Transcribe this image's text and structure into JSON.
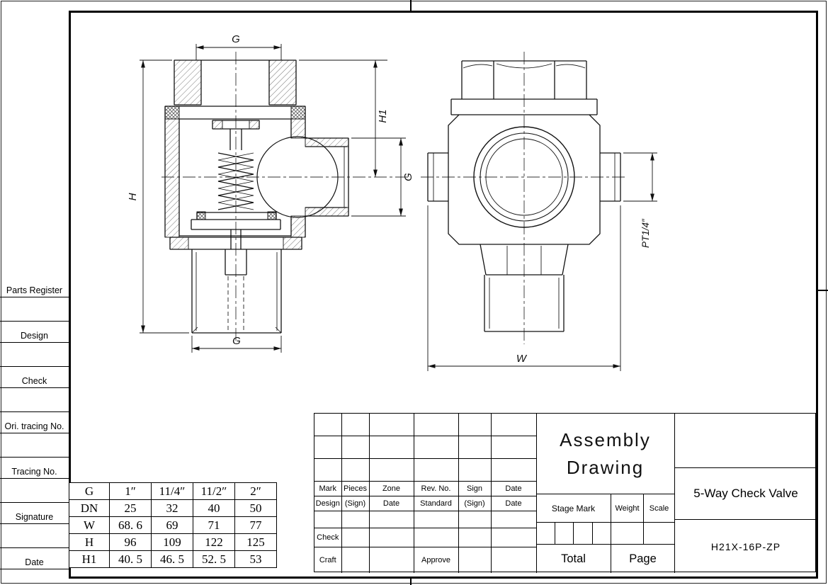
{
  "page": {
    "left_margin_labels": [
      "Parts Register",
      "Design",
      "Check",
      "Ori. tracing No.",
      "Tracing No.",
      "Signature",
      "Date"
    ]
  },
  "drawing": {
    "dims": {
      "top_g": "G",
      "height_h": "H",
      "height_h1": "H1",
      "side_g": "G",
      "bottom_g": "G",
      "thread_pt": "PT1/4″",
      "width_w": "W"
    }
  },
  "size_table": {
    "rows": [
      [
        "G",
        "1″",
        "11/4″",
        "11/2″",
        "2″"
      ],
      [
        "DN",
        "25",
        "32",
        "40",
        "50"
      ],
      [
        "W",
        "68. 6",
        "69",
        "71",
        "77"
      ],
      [
        "H",
        "96",
        "109",
        "122",
        "125"
      ],
      [
        "H1",
        "40. 5",
        "46. 5",
        "52. 5",
        "53"
      ]
    ]
  },
  "title_block": {
    "rev_header": [
      "Mark",
      "Pieces",
      "Zone",
      "Rev. No.",
      "Sign",
      "Date"
    ],
    "sign_row": [
      "Design",
      "(Sign)",
      "Date",
      "Standard",
      "(Sign)",
      "Date"
    ],
    "check": "Check",
    "craft": "Craft",
    "approve": "Approve",
    "title_line1": "Assembly",
    "title_line2": "Drawing",
    "stage_mark": "Stage Mark",
    "weight": "Weight",
    "scale": "Scale",
    "total": "Total",
    "page": "Page",
    "product_name": "5-Way Check Valve",
    "model_no": "H21X-16P-ZP"
  }
}
